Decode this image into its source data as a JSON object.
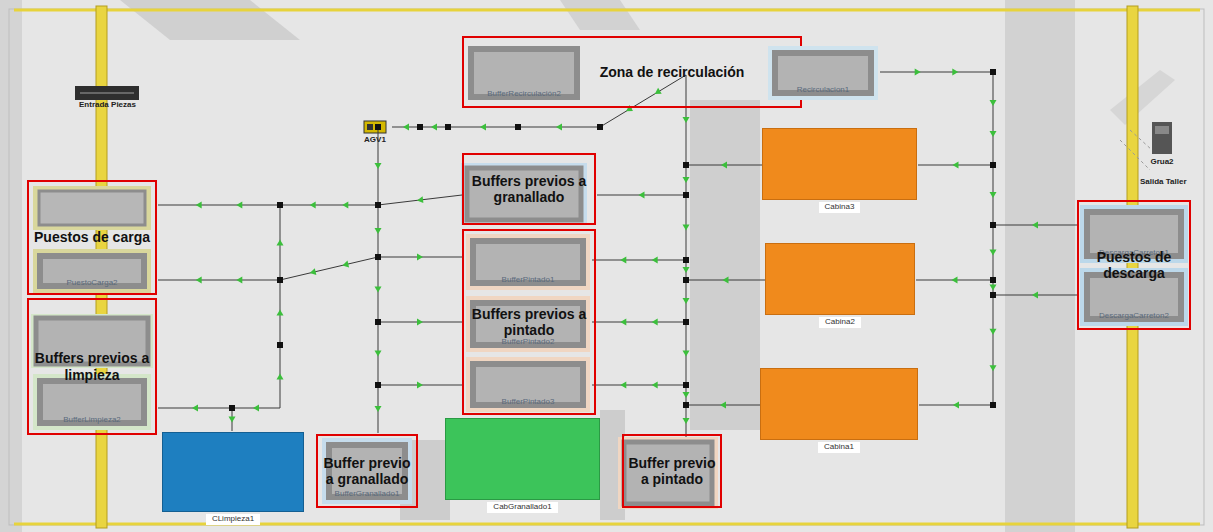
{
  "diagram": {
    "nodes": [
      {
        "text": [
          "Zona de recirculación"
        ]
      },
      {
        "text": [
          "BufferRecirculación2"
        ],
        "in": 0
      },
      {
        "text": [
          "Recirculacion1"
        ]
      },
      {
        "text": [
          "Entrada Piezas"
        ]
      },
      {
        "text": [
          "AGV1"
        ]
      },
      {
        "text": [
          "Grua2"
        ]
      },
      {
        "text": [
          "Puestos de carga"
        ]
      },
      {
        "text": [
          "PuestoCarga2"
        ],
        "in": 6
      },
      {
        "text": [
          "Buffers previos a granallado"
        ]
      },
      {
        "text": [
          "Cabina3"
        ]
      },
      {
        "text": [
          "Buffers previos a pintado"
        ]
      },
      {
        "text": [
          "BufferPintado1"
        ],
        "in": 10
      },
      {
        "text": [
          "BufferPintado2"
        ],
        "in": 10
      },
      {
        "text": [
          "BufferPintado3"
        ],
        "in": 10
      },
      {
        "text": [
          "Cabina2"
        ]
      },
      {
        "text": [
          "Puestos de descarga"
        ]
      },
      {
        "text": [
          "DescargaCarreton1"
        ],
        "in": 15
      },
      {
        "text": [
          "DescargaCarreton2"
        ],
        "in": 15
      },
      {
        "text": [
          "Buffers previos a limpieza"
        ]
      },
      {
        "text": [
          "BufferLimpieza2"
        ],
        "in": 18
      },
      {
        "text": [
          "Cabina1"
        ]
      },
      {
        "text": [
          "CLimpieza1"
        ]
      },
      {
        "text": [
          "Buffer previo a granallado"
        ]
      },
      {
        "text": [
          "BufferGranallado1"
        ],
        "in": 22
      },
      {
        "text": [
          "CabGranallado1"
        ]
      },
      {
        "text": [
          "Buffer previo a pintado"
        ]
      }
    ],
    "labels": [
      "Salida Taller"
    ]
  }
}
